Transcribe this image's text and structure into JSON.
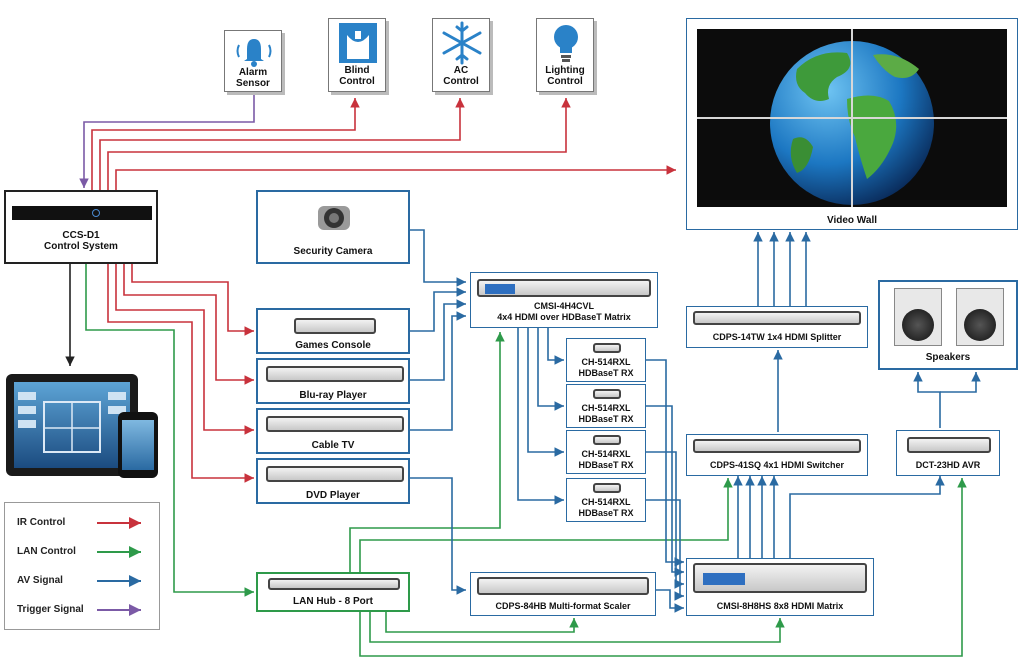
{
  "colors": {
    "ir": "#c8323c",
    "lan": "#2e9a4a",
    "av": "#2a6aa2",
    "trigger": "#7b5aa6"
  },
  "top_devices": [
    {
      "icon": "bell-icon",
      "line1": "Alarm",
      "line2": "Sensor"
    },
    {
      "icon": "window-blind-icon",
      "line1": "Blind",
      "line2": "Control"
    },
    {
      "icon": "snowflake-icon",
      "line1": "AC",
      "line2": "Control"
    },
    {
      "icon": "lightbulb-icon",
      "line1": "Lighting",
      "line2": "Control"
    }
  ],
  "video_wall": {
    "label": "Video Wall"
  },
  "control_system": {
    "line1": "CCS-D1",
    "line2": "Control System"
  },
  "sources": {
    "camera": "Security Camera",
    "games": "Games Console",
    "bluray": "Blu-ray Player",
    "cable": "Cable TV",
    "dvd": "DVD Player"
  },
  "matrix4": {
    "line1": "CMSI-4H4CVL",
    "line2": "4x4 HDMI over HDBaseT Matrix"
  },
  "receivers": [
    {
      "line1": "CH-514RXL",
      "line2": "HDBaseT RX"
    },
    {
      "line1": "CH-514RXL",
      "line2": "HDBaseT RX"
    },
    {
      "line1": "CH-514RXL",
      "line2": "HDBaseT RX"
    },
    {
      "line1": "CH-514RXL",
      "line2": "HDBaseT RX"
    }
  ],
  "splitter": {
    "label": "CDPS-14TW 1x4 HDMI Splitter"
  },
  "switcher": {
    "label": "CDPS-41SQ 4x1 HDMI Switcher"
  },
  "speakers": {
    "label": "Speakers"
  },
  "avr": {
    "label": "DCT-23HD AVR"
  },
  "lan_hub": {
    "label": "LAN Hub - 8 Port"
  },
  "scaler": {
    "label": "CDPS-84HB Multi-format Scaler"
  },
  "matrix8": {
    "label": "CMSI-8H8HS 8x8 HDMI Matrix"
  },
  "legend": [
    {
      "label": "IR Control",
      "color": "#c8323c"
    },
    {
      "label": "LAN Control",
      "color": "#2e9a4a"
    },
    {
      "label": "AV Signal",
      "color": "#2a6aa2"
    },
    {
      "label": "Trigger Signal",
      "color": "#7b5aa6"
    }
  ]
}
